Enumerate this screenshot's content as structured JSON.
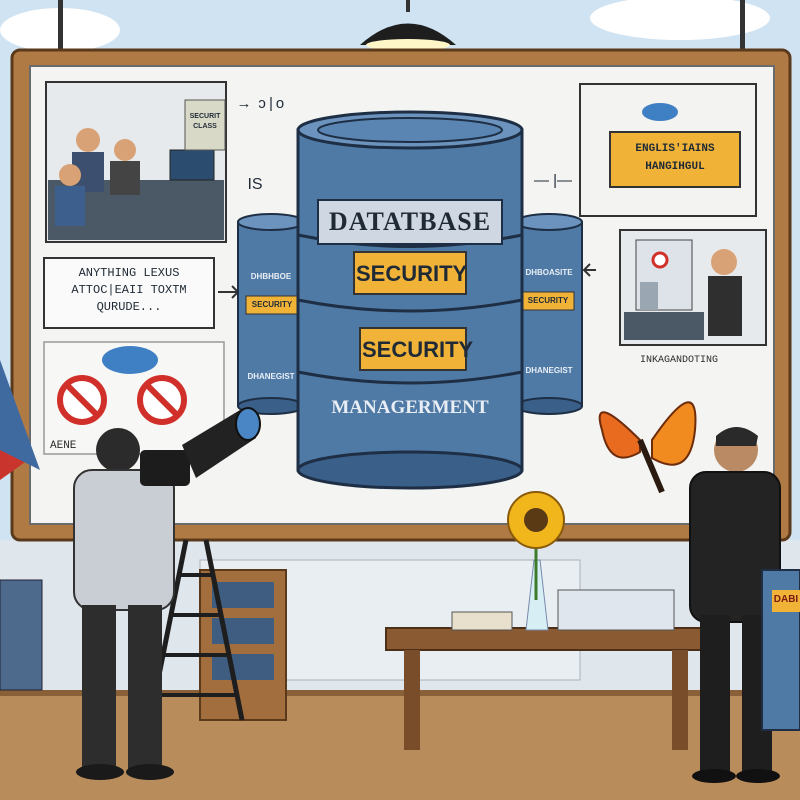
{
  "colors": {
    "sky": "#cfe3f2",
    "board_frame": "#b07a45",
    "board_surface": "#f4f4f2",
    "barrel_blue": "#4f7aa6",
    "barrel_dark": "#2f4d6e",
    "label_amber": "#f0b338",
    "floor": "#b98c5c",
    "table": "#8a5a33"
  },
  "barrel": {
    "line1": "DATATBASE",
    "line2": "SECURITY",
    "line3": "SECURITY",
    "line4": "MANAGERMENT"
  },
  "side_barrels": {
    "left_label": "DHBHBOE",
    "left_tag": "SECURITY",
    "left_bottom": "DHANEGIST",
    "right_label": "DHBOASITE",
    "right_tag": "SECURITY",
    "right_bottom": "DHANEGIST"
  },
  "board": {
    "top_left_marker": "→ ↄ|o",
    "left_is": "IS",
    "right_marker": "— |—",
    "left_callout": "ANYTHING LEXUS\nATTOC|EAII TOXTM\nQURUDE...",
    "bottom_left_text": "AENE",
    "right_sign": "ENGLIS'IAINS\nHANGIHGUL",
    "right_caption": "INKAGANDOTING"
  },
  "monitor_text": "SECURIT\nCLASS",
  "barrel_far_right": "DABI"
}
